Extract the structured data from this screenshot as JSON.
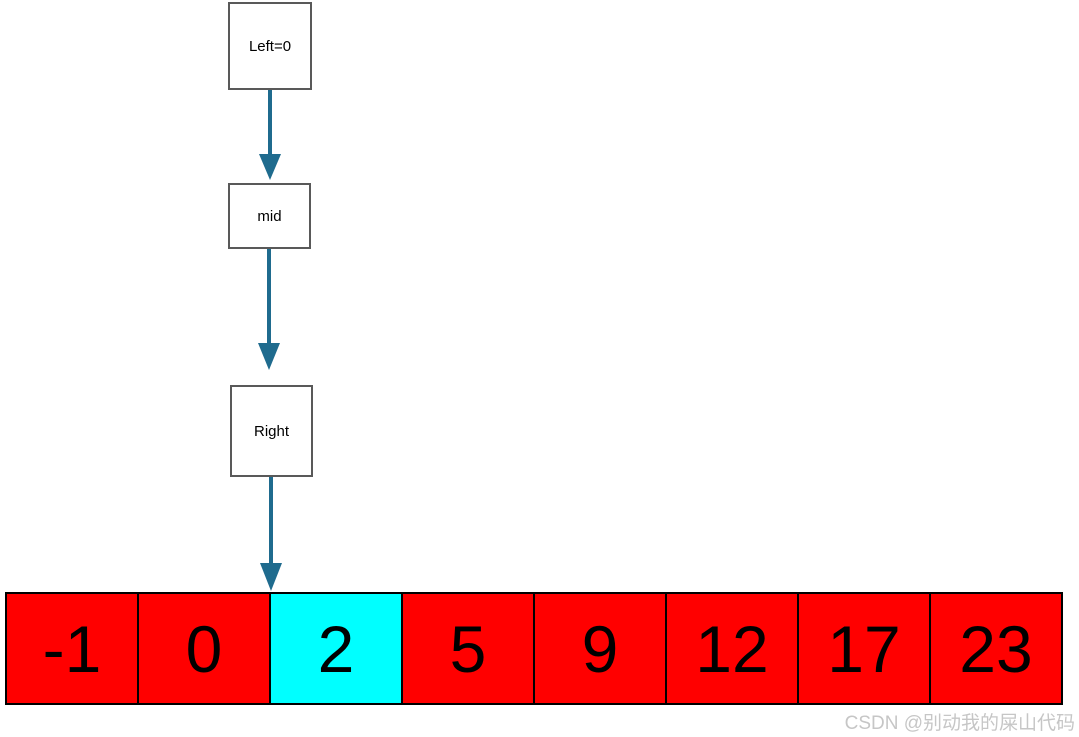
{
  "diagram": {
    "boxes": [
      {
        "id": "left",
        "label": "Left=0"
      },
      {
        "id": "mid",
        "label": "mid"
      },
      {
        "id": "right",
        "label": "Right"
      }
    ],
    "arrow_color": "#1f6b8e",
    "box_border_color": "#595959"
  },
  "array": {
    "cells": [
      {
        "value": "-1",
        "color": "#ff0000"
      },
      {
        "value": "0",
        "color": "#ff0000"
      },
      {
        "value": "2",
        "color": "#00ffff"
      },
      {
        "value": "5",
        "color": "#ff0000"
      },
      {
        "value": "9",
        "color": "#ff0000"
      },
      {
        "value": "12",
        "color": "#ff0000"
      },
      {
        "value": "17",
        "color": "#ff0000"
      },
      {
        "value": "23",
        "color": "#ff0000"
      }
    ],
    "highlight_color": "#00ffff",
    "base_color": "#ff0000"
  },
  "watermark": {
    "text": "CSDN @别动我的屎山代码"
  }
}
